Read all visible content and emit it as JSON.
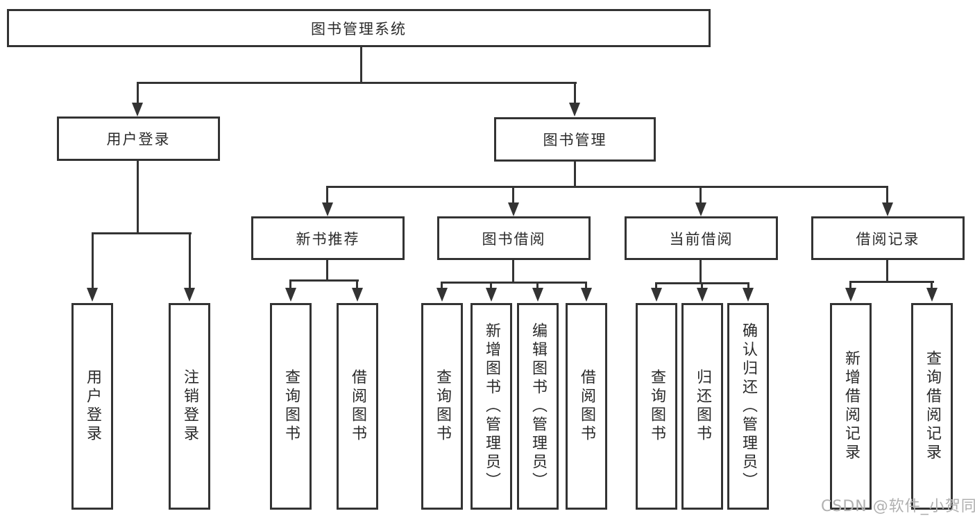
{
  "diagram": {
    "root": {
      "label": "图书管理系统"
    },
    "branches": [
      {
        "label": "用户登录",
        "children": [
          {
            "label": "用户登录"
          },
          {
            "label": "注销登录"
          }
        ]
      },
      {
        "label": "图书管理",
        "groups": [
          {
            "label": "新书推荐",
            "children": [
              {
                "label": "查询图书"
              },
              {
                "label": "借阅图书"
              }
            ]
          },
          {
            "label": "图书借阅",
            "children": [
              {
                "label": "查询图书"
              },
              {
                "label": "新增图书（管理员）"
              },
              {
                "label": "编辑图书（管理员）"
              },
              {
                "label": "借阅图书"
              }
            ]
          },
          {
            "label": "当前借阅",
            "children": [
              {
                "label": "查询图书"
              },
              {
                "label": "归还图书"
              },
              {
                "label": "确认归还（管理员）"
              }
            ]
          },
          {
            "label": "借阅记录",
            "children": [
              {
                "label": "新增借阅记录"
              },
              {
                "label": "查询借阅记录"
              }
            ]
          }
        ]
      }
    ]
  },
  "watermark": {
    "text": "CSDN @软件_小贺同学",
    "color": "#b0b0b0"
  },
  "colors": {
    "line": "#333333",
    "border": "#333333",
    "text": "#2a2a2a",
    "background": "#ffffff"
  }
}
